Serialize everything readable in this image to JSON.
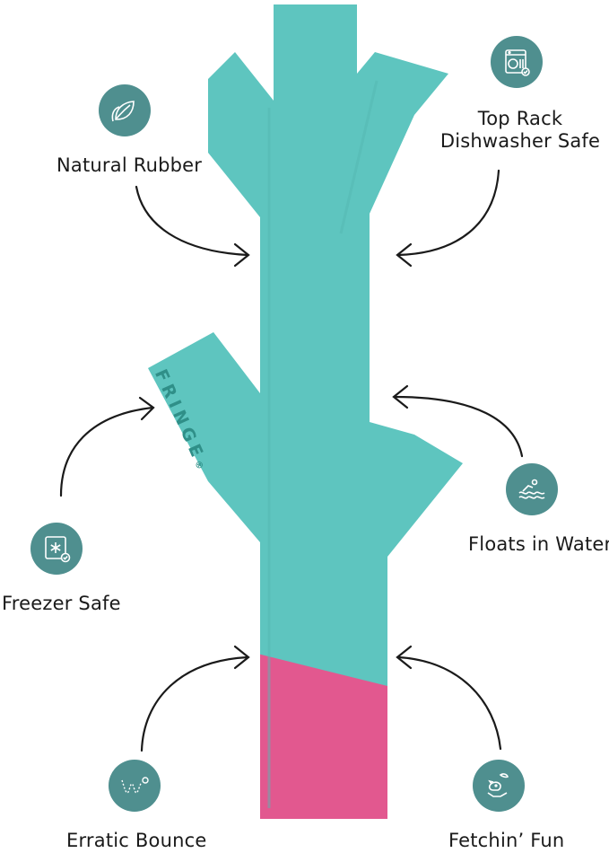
{
  "product": {
    "brand": "FRINGE",
    "trademark": "®",
    "colors": {
      "toy_main": "#5ec5bf",
      "toy_tip": "#e2588f",
      "badge": "#4f8f8f"
    }
  },
  "features": [
    {
      "label": "Natural Rubber",
      "icon": "leaf-icon"
    },
    {
      "label_line1": "Top Rack",
      "label_line2": "Dishwasher Safe",
      "icon": "dishwasher-icon"
    },
    {
      "label": "Freezer Safe",
      "icon": "freezer-icon"
    },
    {
      "label": "Floats in Water",
      "icon": "water-waves-icon"
    },
    {
      "label": "Erratic Bounce",
      "icon": "bounce-icon"
    },
    {
      "label": "Fetchin’ Fun",
      "icon": "dog-fetch-icon"
    }
  ]
}
